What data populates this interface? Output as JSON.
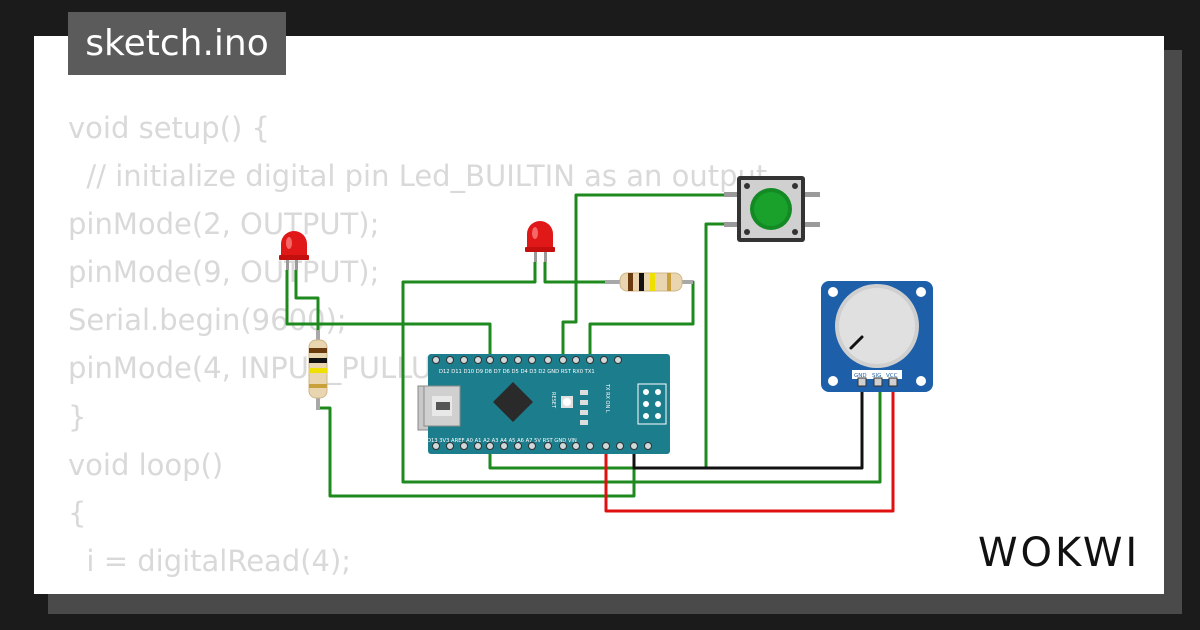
{
  "file_tab": {
    "label": "sketch.ino"
  },
  "code": {
    "lines": [
      "void setup() {",
      "  // initialize digital pin Led_BUILTIN as an output",
      "pinMode(2, OUTPUT);",
      "pinMode(9, OUTPUT);",
      "Serial.begin(9600);",
      "pinMode(4, INPUT_PULLUP);",
      "",
      "}",
      "void loop()",
      "{",
      "  i = digitalRead(4);"
    ]
  },
  "board": {
    "top_pins_label": "D12 D11 D10 D9 D8 D7 D6 D5 D4 D3 D2 GND RST RX0 TX1",
    "bottom_pins_label": "D13 3V3 AREF A0 A1 A2 A3 A4 A5 A6 A7 5V RST GND VIN",
    "reset_label": "RESET",
    "led_labels": "TX RX ON L"
  },
  "potentiometer": {
    "pin_gnd": "GND",
    "pin_sig": "SIG",
    "pin_vcc": "VCC"
  },
  "logo": {
    "text": "WOKWI"
  },
  "colors": {
    "wire_green": "#1e8a1e",
    "wire_red": "#e01010",
    "wire_black": "#111111",
    "board": "#1c7d8c",
    "pot_module": "#1d5fa8",
    "button_cap": "#138a23",
    "led": "#e01818"
  }
}
